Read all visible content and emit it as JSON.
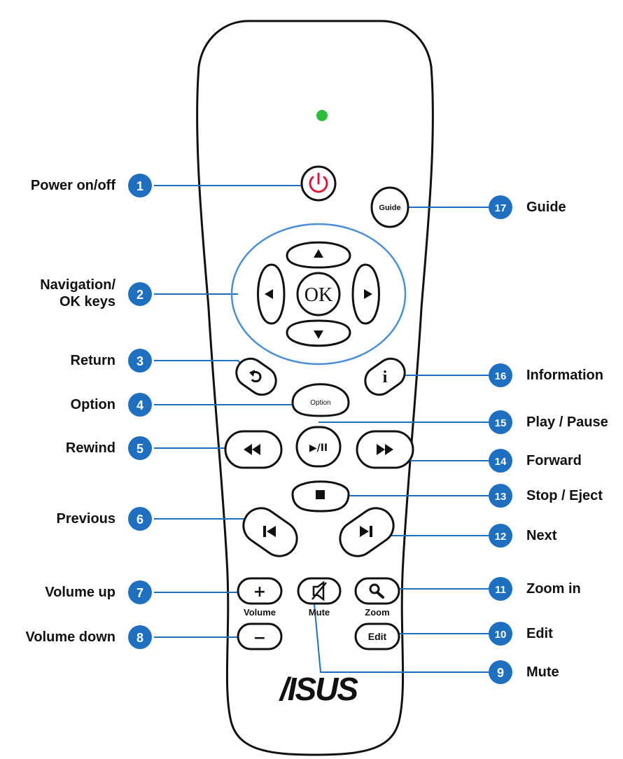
{
  "brand": "/ISUS",
  "colors": {
    "callout_fill": "#1f6fc1",
    "leader_line": "#1f6fc1",
    "nav_ring": "#4a8fd6",
    "led": "#2dbb3a",
    "power_icon": "#d81b3a",
    "outline": "#111111"
  },
  "buttons": {
    "guide": "Guide",
    "ok": "OK",
    "option": "Option",
    "info": "i",
    "play_pause": "▶/II",
    "volume": "Volume",
    "mute": "Mute",
    "zoom": "Zoom",
    "edit": "Edit",
    "plus": "+",
    "minus": "−"
  },
  "icons": {
    "power": "power-icon",
    "return": "return-arrow-icon",
    "rewind": "rewind-icon",
    "forward": "fast-forward-icon",
    "stop": "stop-icon",
    "previous": "skip-previous-icon",
    "next": "skip-next-icon",
    "mute": "mute-icon",
    "zoom": "magnifier-icon"
  },
  "callouts": [
    {
      "num": "1",
      "label": "Power on/off"
    },
    {
      "num": "2",
      "label": "Navigation/\nOK keys"
    },
    {
      "num": "3",
      "label": "Return"
    },
    {
      "num": "4",
      "label": "Option"
    },
    {
      "num": "5",
      "label": "Rewind"
    },
    {
      "num": "6",
      "label": "Previous"
    },
    {
      "num": "7",
      "label": "Volume up"
    },
    {
      "num": "8",
      "label": "Volume down"
    },
    {
      "num": "9",
      "label": "Mute"
    },
    {
      "num": "10",
      "label": "Edit"
    },
    {
      "num": "11",
      "label": "Zoom in"
    },
    {
      "num": "12",
      "label": "Next"
    },
    {
      "num": "13",
      "label": "Stop / Eject"
    },
    {
      "num": "14",
      "label": "Forward"
    },
    {
      "num": "15",
      "label": "Play / Pause"
    },
    {
      "num": "16",
      "label": "Information"
    },
    {
      "num": "17",
      "label": "Guide"
    }
  ]
}
